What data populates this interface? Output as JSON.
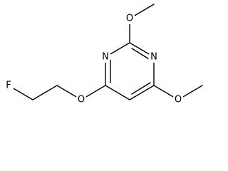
{
  "molecule": {
    "atoms": {
      "n_left": "N",
      "n_right": "N",
      "o_top": "O",
      "o_right": "O",
      "o_left": "O",
      "f_left": "F"
    }
  }
}
